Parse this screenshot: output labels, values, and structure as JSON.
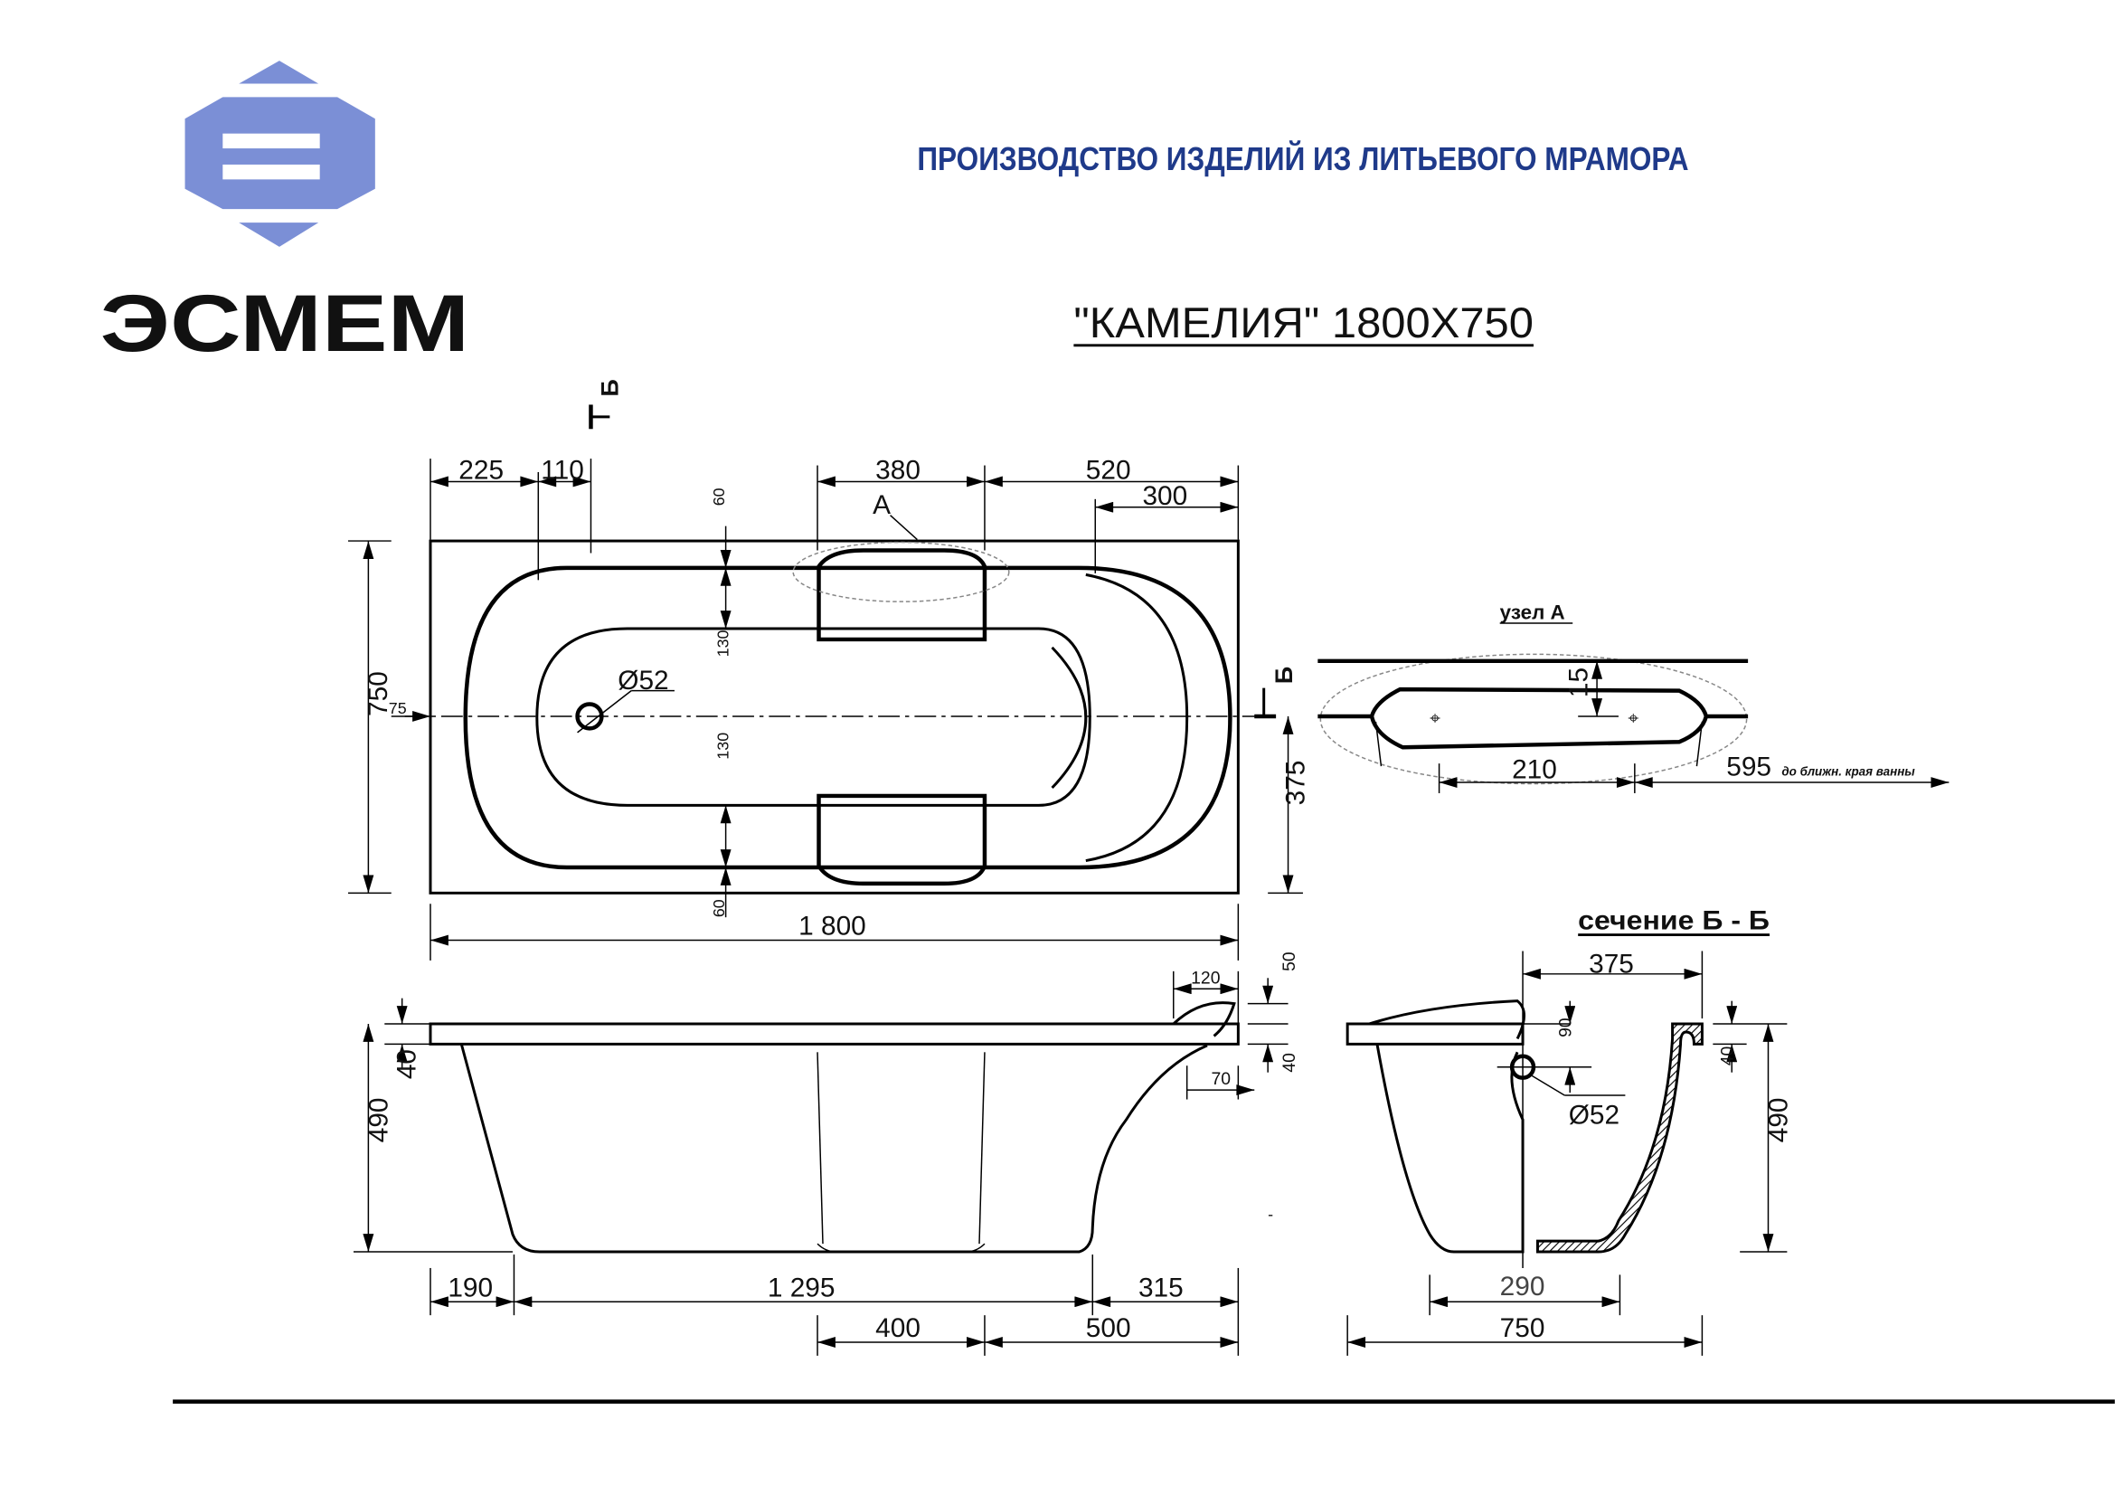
{
  "logo": {
    "text": "ЭСМЕМ",
    "color": "#7b8fd6"
  },
  "header": {
    "title": "ПРОИЗВОДСТВО ИЗДЕЛИЙ ИЗ ЛИТЬЕВОГО МРАМОРА",
    "title_color": "#1f3a8a"
  },
  "product": {
    "title": "\"КАМЕЛИЯ\" 1800X750"
  },
  "top_view": {
    "section_mark": "Б",
    "dims": {
      "d225": "225",
      "d110": "110",
      "d380": "380",
      "d520": "520",
      "d300": "300",
      "d750": "750",
      "d75": "75",
      "d60a": "60",
      "d130a": "130",
      "d130b": "130",
      "d60b": "60",
      "d1800": "1 800",
      "d375": "375",
      "drain": "Ø52"
    },
    "node_label": "A"
  },
  "node_a": {
    "title": "узел А",
    "d15": "15",
    "d210": "210",
    "d595": "595",
    "note": "до ближн. края ванны"
  },
  "side_view": {
    "dims": {
      "d40": "40",
      "d490": "490",
      "d120": "120",
      "d50": "50",
      "d40b": "40",
      "d70": "70",
      "d190": "190",
      "d1295": "1 295",
      "d315": "315",
      "d400": "400",
      "d500": "500",
      "dash": "-"
    }
  },
  "section": {
    "title": "сечение Б - Б",
    "dims": {
      "d375": "375",
      "d90": "90",
      "drain": "Ø52",
      "d40": "40",
      "d490": "490",
      "d290": "290",
      "d750": "750"
    }
  }
}
